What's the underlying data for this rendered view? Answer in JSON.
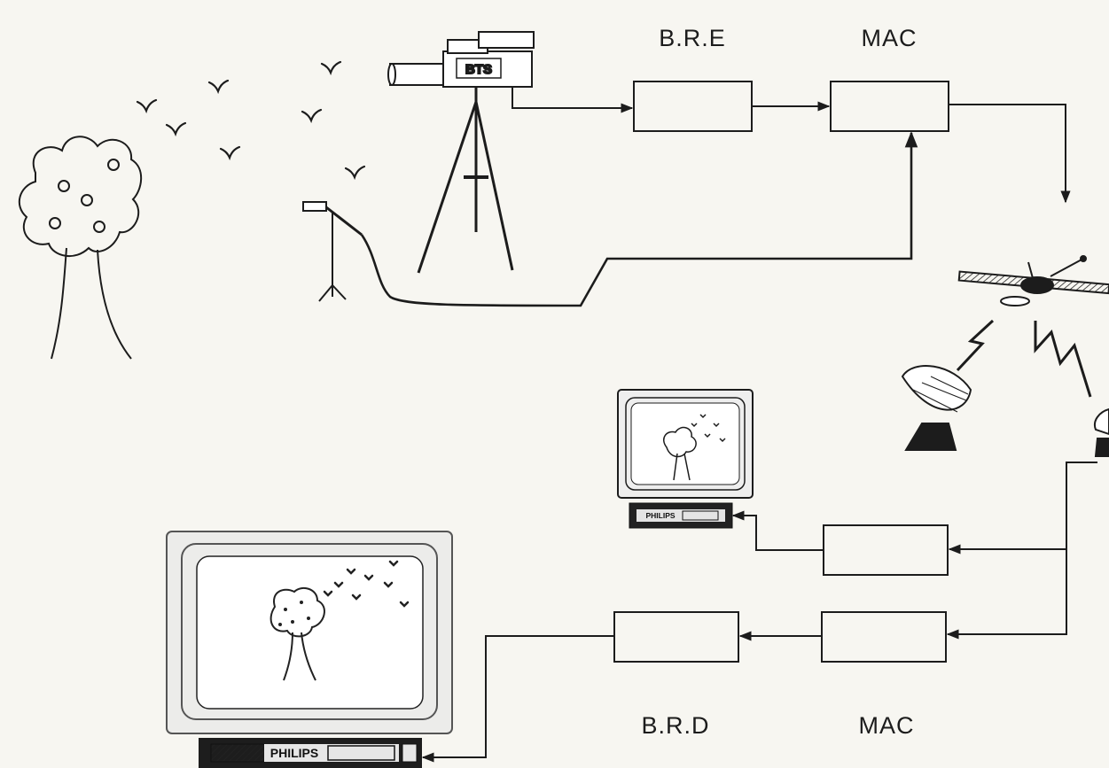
{
  "labels": {
    "encoder": "B.R.E",
    "mac_top": "MAC",
    "decoder": "B.R.D",
    "mac_bottom": "MAC",
    "camera": "BTS",
    "vcr_large": "PHILIPS",
    "vcr_small": "PHILIPS"
  },
  "icons": [
    "tree-icon",
    "bird-icon",
    "camera-icon",
    "tripod-icon",
    "microphone-icon",
    "satellite-icon",
    "dish-antenna-icon",
    "tv-monitor-icon",
    "vcr-icon"
  ]
}
